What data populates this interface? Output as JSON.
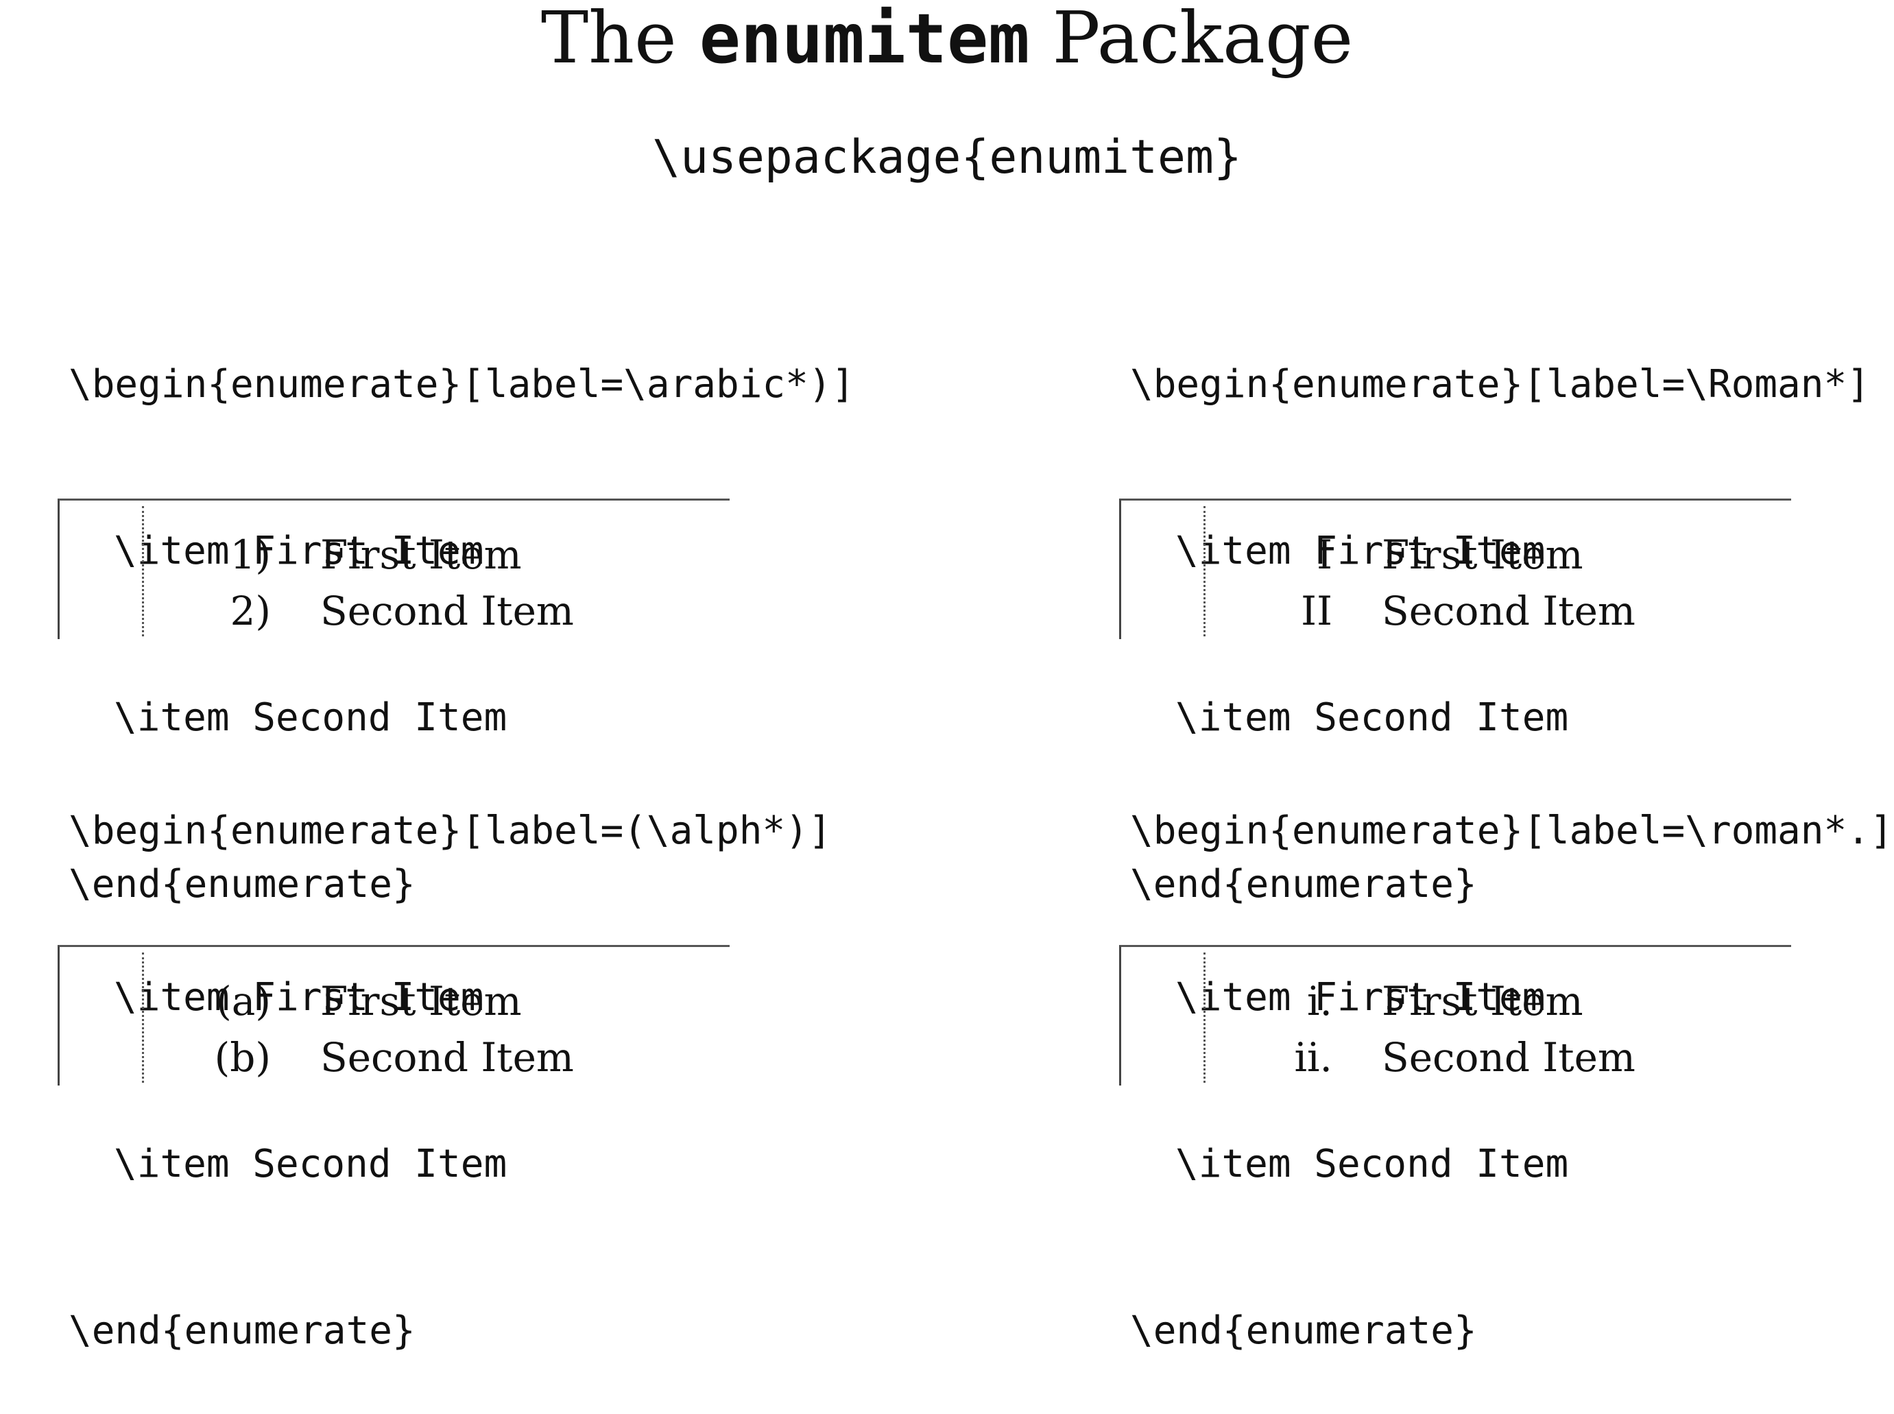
{
  "title": {
    "prefix": "The ",
    "package_name": "enumitem",
    "suffix": " Package"
  },
  "subtitle": "\\usepackage{enumitem}",
  "examples": [
    {
      "code": [
        "\\begin{enumerate}[label=\\arabic*)]",
        "\\item First Item",
        "\\item Second Item",
        "\\end{enumerate}"
      ],
      "output": [
        {
          "label": "1)",
          "text": "First Item"
        },
        {
          "label": "2)",
          "text": "Second Item"
        }
      ]
    },
    {
      "code": [
        "\\begin{enumerate}[label=\\Roman*]",
        "\\item First Item",
        "\\item Second Item",
        "\\end{enumerate}"
      ],
      "output": [
        {
          "label": "I",
          "text": "First Item"
        },
        {
          "label": "II",
          "text": "Second Item"
        }
      ]
    },
    {
      "code": [
        "\\begin{enumerate}[label=(\\alph*)]",
        "\\item First Item",
        "\\item Second Item",
        "\\end{enumerate}"
      ],
      "output": [
        {
          "label": "(a)",
          "text": "First Item"
        },
        {
          "label": "(b)",
          "text": "Second Item"
        }
      ]
    },
    {
      "code": [
        "\\begin{enumerate}[label=\\roman*.]",
        "\\item First Item",
        "\\item Second Item",
        "\\end{enumerate}"
      ],
      "output": [
        {
          "label": "i.",
          "text": "First Item"
        },
        {
          "label": "ii.",
          "text": "Second Item"
        }
      ]
    }
  ]
}
